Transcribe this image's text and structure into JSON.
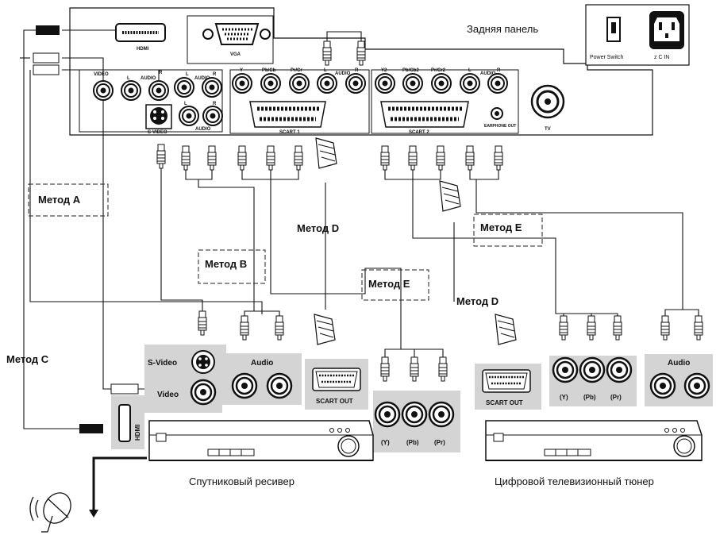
{
  "panel": {
    "title": "Задняя панель",
    "power_switch": "Power Switch",
    "ac_in": "z C IN",
    "hdmi": "HDMI",
    "vga": "VGA",
    "video": "VIDEO",
    "audio": "AUDIO",
    "l": "L",
    "r": "R",
    "s_video": "S-VIDEO",
    "y": "Y",
    "pb_cb": "Pb/Cb",
    "pr_cr": "Pr/Cr",
    "y2": "Y2",
    "pb_cb2": "Pb/Cb2",
    "pr_cr2": "Pr/Cr2",
    "scart1": "SCART 1",
    "scart2": "SCART 2",
    "earphone_out": "EARPHONE OUT",
    "tv": "TV"
  },
  "methods": {
    "a": "Метод А",
    "b": "Метод В",
    "c": "Метод С",
    "d1": "Метод D",
    "d2": "Метод D",
    "e1": "Метод E",
    "e2": "Метод E"
  },
  "satellite": {
    "s_video": "S-Video",
    "video": "Video",
    "audio": "Audio",
    "hdmi": "HDMI",
    "scart_out": "SCART OUT",
    "y": "(Y)",
    "pb": "(Pb)",
    "pr": "(Pr)",
    "caption": "Спутниковый ресивер"
  },
  "tuner": {
    "scart_out": "SCART OUT",
    "y": "(Y)",
    "pb": "(Pb)",
    "pr": "(Pr)",
    "audio": "Audio",
    "caption": "Цифровой телевизионный тюнер"
  }
}
